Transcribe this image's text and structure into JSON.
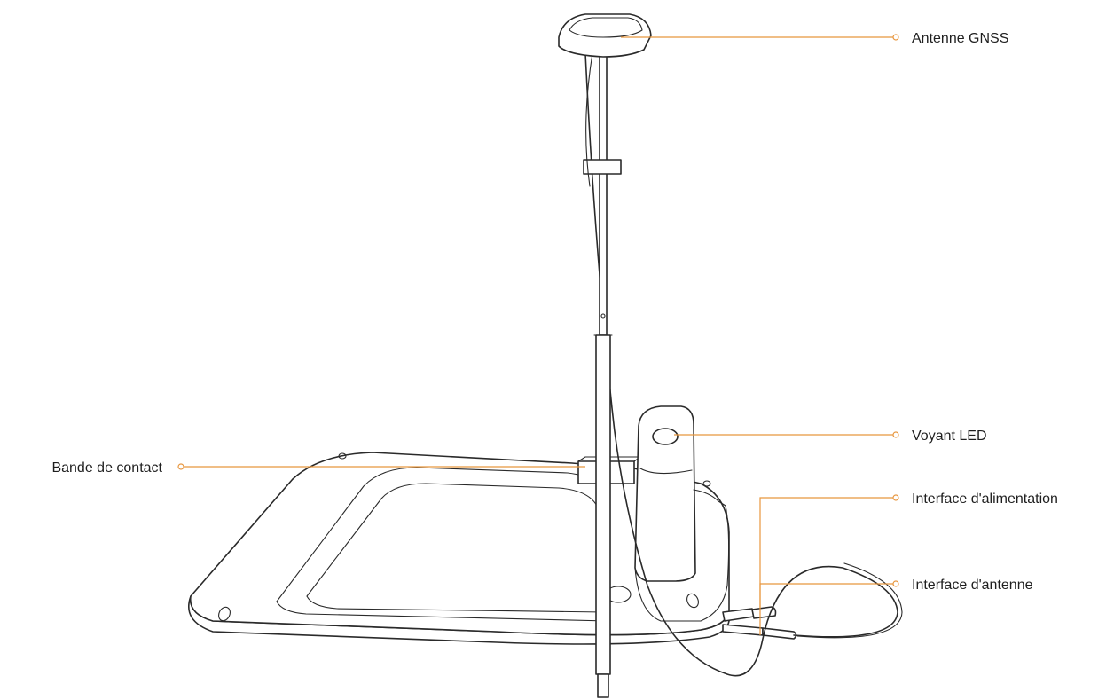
{
  "callouts": {
    "gnss_antenna": "Antenne GNSS",
    "led": "Voyant LED",
    "power_interface": "Interface d'alimentation",
    "antenna_interface": "Interface d'antenne",
    "contact_strip": "Bande de contact"
  },
  "colors": {
    "leader": "#e8963e",
    "ink": "#2a2a2a",
    "background": "#ffffff"
  }
}
